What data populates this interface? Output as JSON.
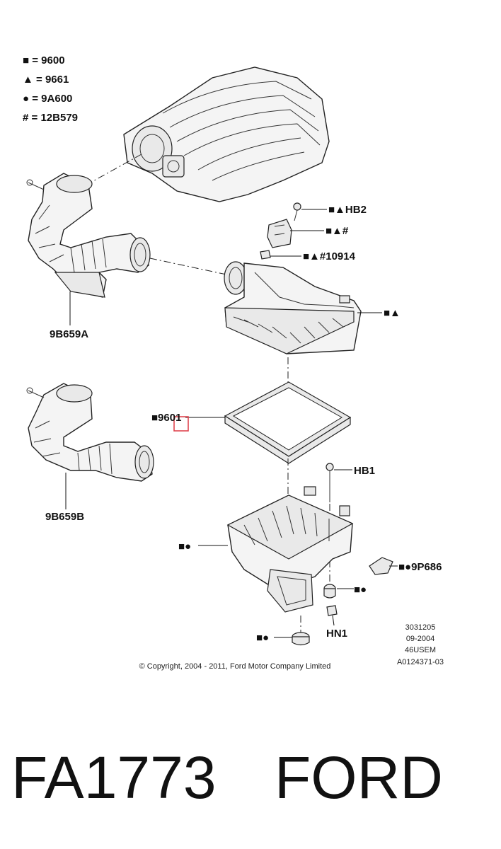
{
  "legend": [
    {
      "symbol": "■ =",
      "code": "9600"
    },
    {
      "symbol": "▲ =",
      "code": "9661"
    },
    {
      "symbol": "● =",
      "code": "9A600"
    },
    {
      "symbol": "# =",
      "code": "12B579"
    }
  ],
  "labels": {
    "hb2": "■▲HB2",
    "clip": "■▲#",
    "clip10914": "■▲#10914",
    "cover": "■▲",
    "tube_a": "9B659A",
    "filter": "■9601",
    "tube_b": "9B659B",
    "hb1": "HB1",
    "tray": "■●",
    "p9p686": "■●9P686",
    "grommet_right": "■●",
    "hn1": "HN1",
    "grommet_bottom": "■●"
  },
  "ref_codes": [
    "3031205",
    "09-2004",
    "46USEM",
    "A0124371-03"
  ],
  "copyright": "© Copyright, 2004 - 2011, Ford Motor Company Limited",
  "footer": {
    "part_number": "FA1773",
    "brand": "FORD"
  },
  "colors": {
    "highlight": "#e0454f",
    "ink": "#111111"
  }
}
